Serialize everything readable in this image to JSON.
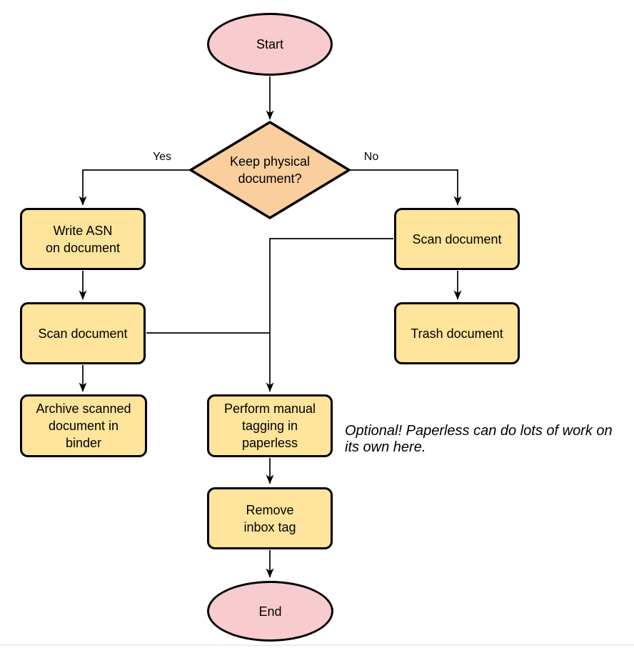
{
  "diagram": {
    "background": "#FFFFFF",
    "colors": {
      "terminator_fill": "#F8CBCE",
      "process_fill": "#FFE49B",
      "decision_fill": "#FBCE9D",
      "stroke": "#000000",
      "connector": "#000000"
    },
    "nodes": {
      "start": {
        "type": "terminator",
        "label": "Start"
      },
      "decision": {
        "type": "decision",
        "label": "Keep physical\ndocument?"
      },
      "write_asn": {
        "type": "process",
        "label": "Write ASN\non document"
      },
      "scan_left": {
        "type": "process",
        "label": "Scan document"
      },
      "archive": {
        "type": "process",
        "label": "Archive scanned\ndocument in\nbinder"
      },
      "scan_right": {
        "type": "process",
        "label": "Scan document"
      },
      "trash": {
        "type": "process",
        "label": "Trash document"
      },
      "tagging": {
        "type": "process",
        "label": "Perform manual\ntagging in\npaperless"
      },
      "remove_inbox": {
        "type": "process",
        "label": "Remove\ninbox tag"
      },
      "end": {
        "type": "terminator",
        "label": "End"
      }
    },
    "edge_labels": {
      "yes": "Yes",
      "no": "No"
    },
    "note": "Optional! Paperless can do lots of work on\nits own here.",
    "edges": [
      {
        "from": "start",
        "to": "decision"
      },
      {
        "from": "decision",
        "to": "write_asn",
        "label": "Yes"
      },
      {
        "from": "decision",
        "to": "scan_right",
        "label": "No"
      },
      {
        "from": "write_asn",
        "to": "scan_left"
      },
      {
        "from": "scan_left",
        "to": "archive"
      },
      {
        "from": "scan_left",
        "to": "tagging"
      },
      {
        "from": "scan_right",
        "to": "trash"
      },
      {
        "from": "scan_right",
        "to": "tagging"
      },
      {
        "from": "tagging",
        "to": "remove_inbox"
      },
      {
        "from": "remove_inbox",
        "to": "end"
      }
    ]
  }
}
